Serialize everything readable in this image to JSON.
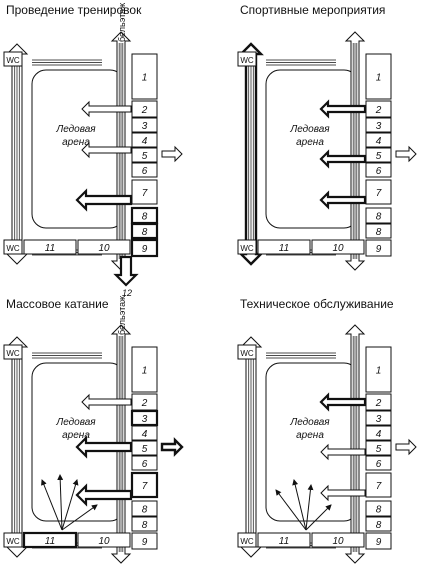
{
  "panels": [
    {
      "title": "Проведение тренировок",
      "arena_label": "Ледовая\nарена",
      "balcony": "бельэтаж",
      "wc": [
        "WC",
        "WC"
      ],
      "rooms": [
        "1",
        "2",
        "3",
        "4",
        "5",
        "6",
        "7",
        "8",
        "8",
        "9",
        "10",
        "11"
      ],
      "exit_label": "12",
      "mode": "training"
    },
    {
      "title": "Спортивные мероприятия",
      "arena_label": "Ледовая\nарена",
      "balcony": "",
      "wc": [
        "WC",
        "WC"
      ],
      "rooms": [
        "1",
        "2",
        "3",
        "4",
        "5",
        "6",
        "7",
        "8",
        "8",
        "9",
        "10",
        "11"
      ],
      "exit_label": "",
      "mode": "events"
    },
    {
      "title": "Массовое катание",
      "arena_label": "Ледовая\nарена",
      "balcony": "бельэтаж",
      "wc": [
        "WC",
        "WC"
      ],
      "rooms": [
        "1",
        "2",
        "3",
        "4",
        "5",
        "6",
        "7",
        "8",
        "8",
        "9",
        "10",
        "11"
      ],
      "exit_label": "",
      "mode": "public"
    },
    {
      "title": "Техническое обслуживание",
      "arena_label": "Ледовая\nарена",
      "balcony": "",
      "wc": [
        "WC",
        "WC"
      ],
      "rooms": [
        "1",
        "2",
        "3",
        "4",
        "5",
        "6",
        "7",
        "8",
        "8",
        "9",
        "10",
        "11"
      ],
      "exit_label": "",
      "mode": "maintenance"
    }
  ]
}
